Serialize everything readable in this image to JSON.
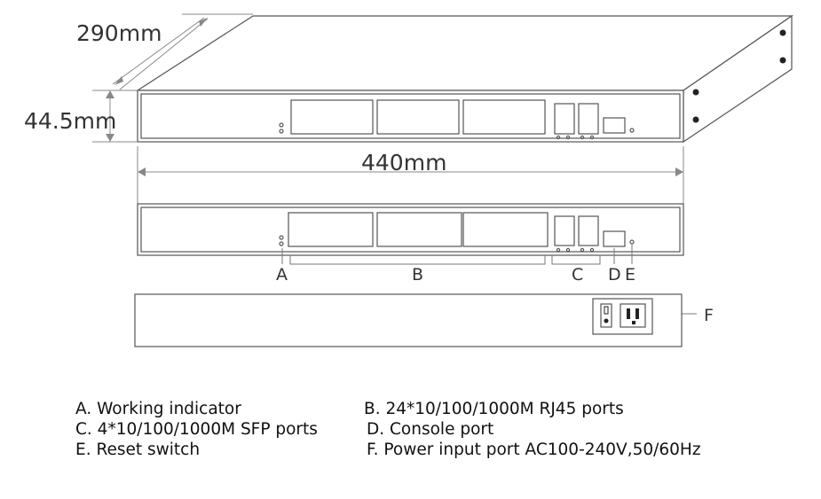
{
  "dimensions": {
    "depth": "290mm",
    "height": "44.5mm",
    "width": "440mm"
  },
  "callouts": [
    "A",
    "B",
    "C",
    "D",
    "E",
    "F"
  ],
  "legend": [
    "A. Working indicator",
    "B. 24*10/100/1000M RJ45 ports",
    "C. 4*10/100/1000M SFP ports",
    "D. Console port",
    "E. Reset switch",
    "F. Power input port AC100-240V,50/60Hz"
  ]
}
